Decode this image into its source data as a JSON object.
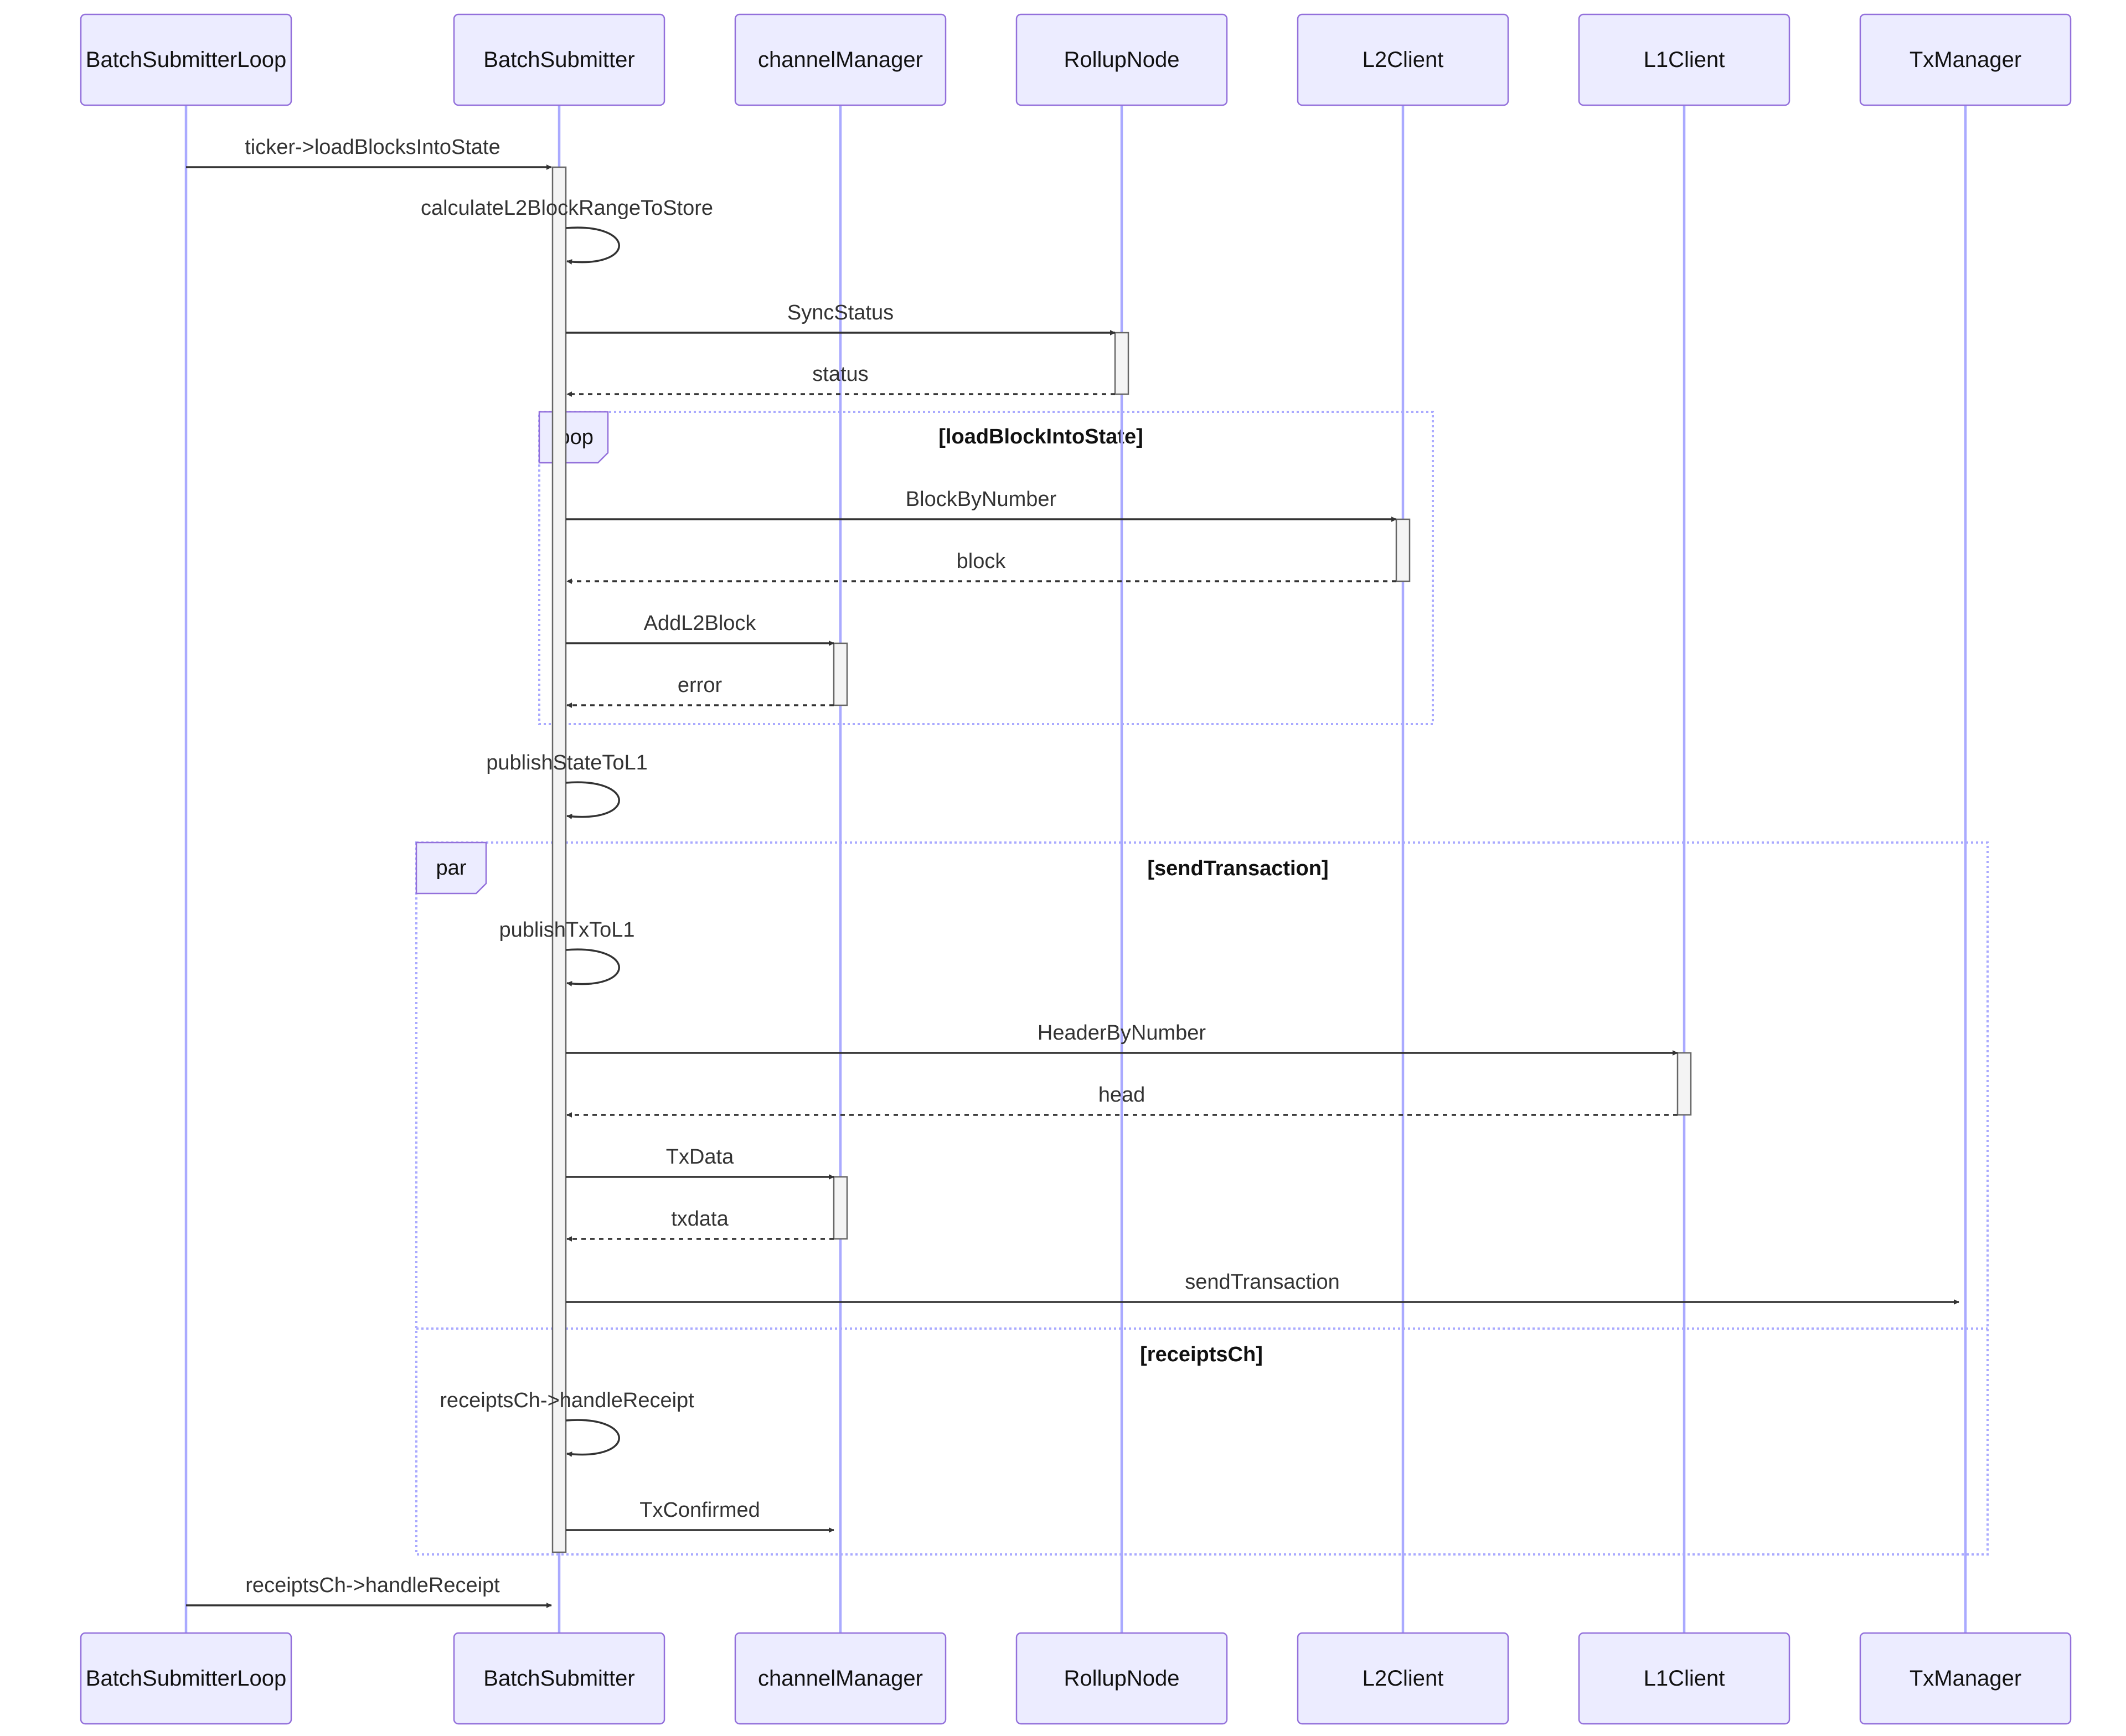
{
  "diagram": {
    "type": "sequence",
    "participants": [
      {
        "id": "BatchSubmitterLoop",
        "label": "BatchSubmitterLoop"
      },
      {
        "id": "BatchSubmitter",
        "label": "BatchSubmitter"
      },
      {
        "id": "channelManager",
        "label": "channelManager"
      },
      {
        "id": "RollupNode",
        "label": "RollupNode"
      },
      {
        "id": "L2Client",
        "label": "L2Client"
      },
      {
        "id": "L1Client",
        "label": "L1Client"
      },
      {
        "id": "TxManager",
        "label": "TxManager"
      }
    ],
    "messages": [
      {
        "from": "BatchSubmitterLoop",
        "to": "BatchSubmitter",
        "label": "ticker->loadBlocksIntoState",
        "style": "solid"
      },
      {
        "from": "BatchSubmitter",
        "to": "BatchSubmitter",
        "label": "calculateL2BlockRangeToStore",
        "style": "self"
      },
      {
        "from": "BatchSubmitter",
        "to": "RollupNode",
        "label": "SyncStatus",
        "style": "solid"
      },
      {
        "from": "RollupNode",
        "to": "BatchSubmitter",
        "label": "status",
        "style": "dashed"
      },
      {
        "from": "BatchSubmitter",
        "to": "L2Client",
        "label": "BlockByNumber",
        "style": "solid"
      },
      {
        "from": "L2Client",
        "to": "BatchSubmitter",
        "label": "block",
        "style": "dashed"
      },
      {
        "from": "BatchSubmitter",
        "to": "channelManager",
        "label": "AddL2Block",
        "style": "solid"
      },
      {
        "from": "channelManager",
        "to": "BatchSubmitter",
        "label": "error",
        "style": "dashed"
      },
      {
        "from": "BatchSubmitter",
        "to": "BatchSubmitter",
        "label": "publishStateToL1",
        "style": "self"
      },
      {
        "from": "BatchSubmitter",
        "to": "BatchSubmitter",
        "label": "publishTxToL1",
        "style": "self"
      },
      {
        "from": "BatchSubmitter",
        "to": "L1Client",
        "label": "HeaderByNumber",
        "style": "solid"
      },
      {
        "from": "L1Client",
        "to": "BatchSubmitter",
        "label": "head",
        "style": "dashed"
      },
      {
        "from": "BatchSubmitter",
        "to": "channelManager",
        "label": "TxData",
        "style": "solid"
      },
      {
        "from": "channelManager",
        "to": "BatchSubmitter",
        "label": "txdata",
        "style": "dashed"
      },
      {
        "from": "BatchSubmitter",
        "to": "TxManager",
        "label": "sendTransaction",
        "style": "solid"
      },
      {
        "from": "BatchSubmitter",
        "to": "BatchSubmitter",
        "label": "receiptsCh->handleReceipt",
        "style": "self"
      },
      {
        "from": "BatchSubmitter",
        "to": "channelManager",
        "label": "TxConfirmed",
        "style": "solid"
      },
      {
        "from": "BatchSubmitterLoop",
        "to": "BatchSubmitter",
        "label": "receiptsCh->handleReceipt",
        "style": "solid"
      }
    ],
    "frames": [
      {
        "kind": "loop",
        "label": "loop",
        "sections": [
          "[loadBlockIntoState]"
        ]
      },
      {
        "kind": "par",
        "label": "par",
        "sections": [
          "[sendTransaction]",
          "[receiptsCh]"
        ]
      }
    ],
    "colors": {
      "actor_fill": "#ECECFF",
      "actor_border": "#9370DB",
      "lifeline": "#aaaaff",
      "message": "#333333",
      "activation_fill": "#F4F4F4"
    }
  }
}
